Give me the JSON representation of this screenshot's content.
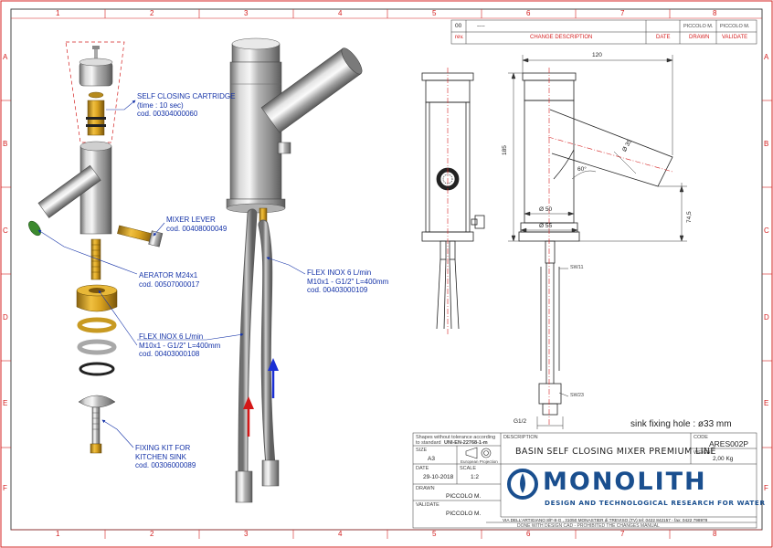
{
  "frame": {
    "columns": [
      "1",
      "2",
      "3",
      "4",
      "5",
      "6",
      "7",
      "8"
    ],
    "rows": [
      "A",
      "B",
      "C",
      "D",
      "E",
      "F"
    ]
  },
  "revision_block": {
    "row0": {
      "rev": "00",
      "description": "----",
      "drawn": "PICCOLO M.",
      "validated": "PICCOLO M."
    },
    "headers": {
      "rev": "rev.",
      "description": "CHANGE DESCRIPTION",
      "date": "DATE",
      "drawn": "DRAWN",
      "validated": "VALIDATE"
    }
  },
  "callouts": {
    "cartridge": [
      "SELF CLOSING CARTRIDGE",
      "(time : 10 sec)",
      "cod. 00304000060"
    ],
    "mixer_lever": [
      "MIXER LEVER",
      "cod. 00408000049"
    ],
    "aerator": [
      "AERATOR M24x1",
      "cod. 00507000017"
    ],
    "flex_left": [
      "FLEX INOX 6 L/min",
      "M10x1 - G1/2\" L=400mm",
      "cod. 00403000108"
    ],
    "fixing_kit": [
      "FIXING KIT FOR",
      "KITCHEN SINK",
      "cod. 00306000089"
    ],
    "flex_right": [
      "FLEX INOX 6 L/min",
      "M10x1 - G1/2\" L=400mm",
      "cod. 00403000109"
    ]
  },
  "dimensions": {
    "width_120": "120",
    "height_185": "185",
    "angle_60": "60°",
    "spout_d35": "Ø 35",
    "body_d50": "Ø 50",
    "base_d55": "Ø 55",
    "spout_height_74_5": "74,5",
    "sw11": "SW11",
    "sw23": "SW23",
    "thread_g12": "G1/2",
    "sink_hole_note": "sink fixing hole : ø33 mm"
  },
  "title_block": {
    "tolerance_note_1": "Shapes without tolerance according",
    "tolerance_note_2": "to standard",
    "tolerance_standard": "UNI-EN-22768-1-m",
    "size_label": "SIZE",
    "size_value": "A3",
    "projection_note": "European Projection",
    "date_label": "DATE",
    "date_value": "29-10-2018",
    "scale_label": "SCALE",
    "scale_value": "1:2",
    "drawn_label": "DRAWN",
    "drawn_value": "PICCOLO M.",
    "validate_label": "VALIDATE",
    "validate_value": "PICCOLO M.",
    "description_label": "DESCRIPTION",
    "description_value": "BASIN SELF CLOSING MIXER PREMIUM LINE",
    "code_label": "CODE",
    "code_value": "ARES002P",
    "weight_label": "WEIGHT",
    "weight_value": "2,00 Kg",
    "brand_name": "MONOLITH",
    "brand_tagline": "DESIGN AND TECHNOLOGICAL RESEARCH FOR WATER",
    "address": "VIA DELL'ARTIGIANO 8/F-8-G , 31050 MONASTIER di TREVISO (TV) tel: 0422 842157 - fax: 0422 798978",
    "footer": "DONE WITH DESIGN CAD - PROHIBITED THE CHANGES MANUAL"
  },
  "colors": {
    "border": "#d42020",
    "callout": "#1533a8",
    "brand": "#1a4f8f",
    "hot_arrow": "#d41818",
    "cold_arrow": "#1a2fd4"
  }
}
